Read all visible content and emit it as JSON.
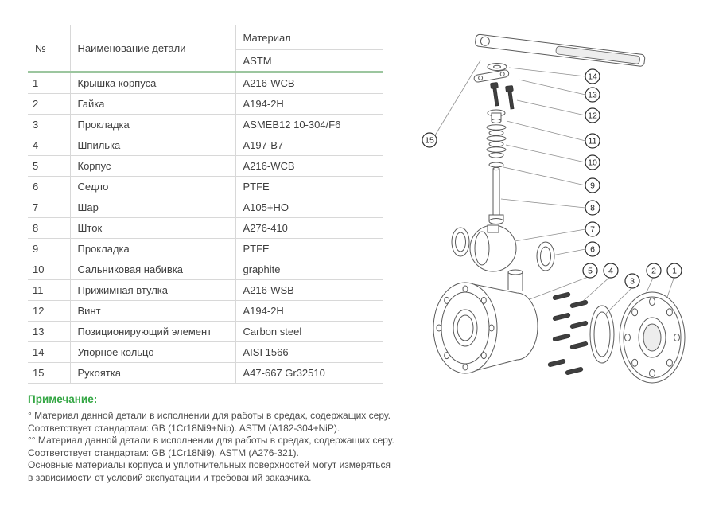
{
  "table": {
    "headers": {
      "num": "№",
      "name": "Наименование детали",
      "material": "Материал",
      "material_sub": "ASTM"
    },
    "rows": [
      {
        "num": "1",
        "name": "Крышка корпуса",
        "material": "A216-WCB"
      },
      {
        "num": "2",
        "name": "Гайка",
        "material": "A194-2H"
      },
      {
        "num": "3",
        "name": "Прокладка",
        "material": "ASMEB12 10-304/F6"
      },
      {
        "num": "4",
        "name": "Шпилька",
        "material": "A197-B7"
      },
      {
        "num": "5",
        "name": "Корпус",
        "material": "A216-WCB"
      },
      {
        "num": "6",
        "name": "Седло",
        "material": "PTFE"
      },
      {
        "num": "7",
        "name": "Шар",
        "material": "A105+HO"
      },
      {
        "num": "8",
        "name": "Шток",
        "material": "A276-410"
      },
      {
        "num": "9",
        "name": "Прокладка",
        "material": "PTFE"
      },
      {
        "num": "10",
        "name": "Сальниковая набивка",
        "material": "graphite"
      },
      {
        "num": "11",
        "name": "Прижимная втулка",
        "material": "A216-WSB"
      },
      {
        "num": "12",
        "name": "Винт",
        "material": "A194-2H"
      },
      {
        "num": "13",
        "name": "Позиционирующий элемент",
        "material": "Carbon steel"
      },
      {
        "num": "14",
        "name": "Упорное кольцо",
        "material": "AISI 1566"
      },
      {
        "num": "15",
        "name": "Рукоятка",
        "material": "A47-667 Gr32510"
      }
    ]
  },
  "note": {
    "title": "Примечание:",
    "lines": [
      "° Материал данной детали в исполнении для работы в средах, содержащих серу.",
      "Соответствует стандартам: GB (1Cr18Ni9+Nip). ASTM (A182-304+NiP).",
      "°° Материал данной детали в исполнении для работы в средах, содержащих серу.",
      "Соответствует стандартам: GB (1Cr18Ni9). ASTM (A276-321).",
      "Основные материалы корпуса и уплотнительных поверхностей могут измеряться",
      "в зависимости от условий экспуатации и требований заказчика."
    ]
  },
  "diagram": {
    "callouts": [
      "1",
      "2",
      "3",
      "4",
      "5",
      "6",
      "7",
      "8",
      "9",
      "10",
      "11",
      "12",
      "13",
      "14",
      "15"
    ]
  },
  "colors": {
    "accent_green": "#33a643",
    "header_rule_green": "#9cc69f",
    "table_line": "#d8d8d8",
    "drawing_stroke": "#5a5a5a"
  }
}
